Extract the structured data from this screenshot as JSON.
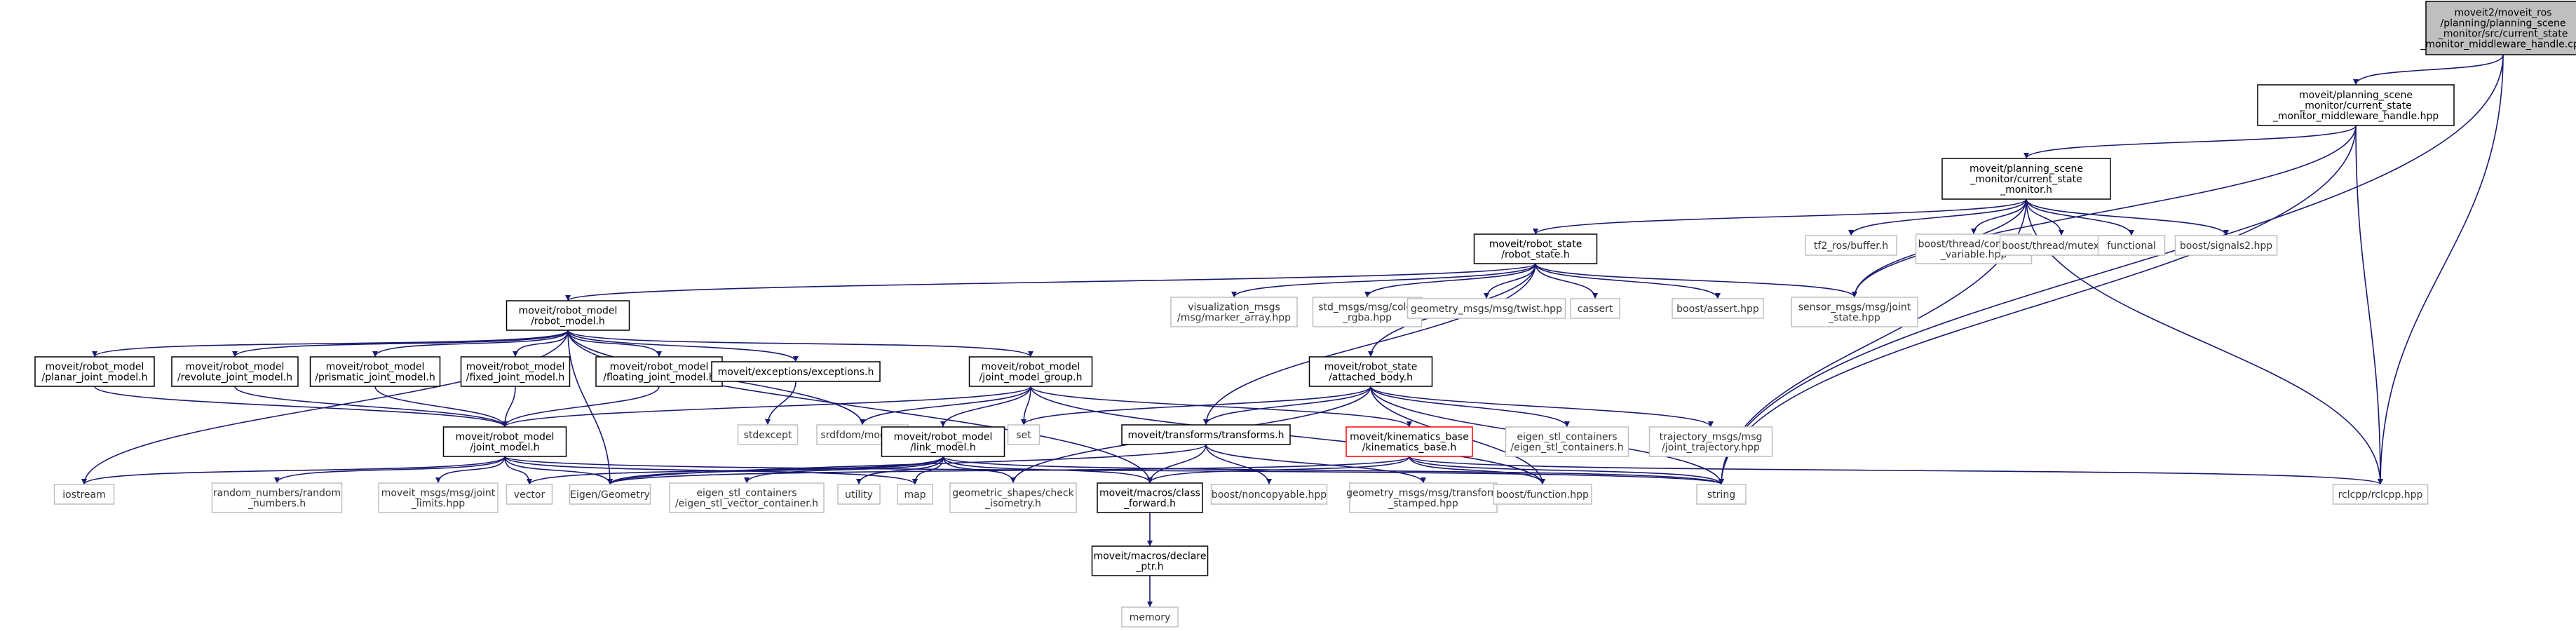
{
  "nodes": [
    {
      "id": "root",
      "lines": [
        "moveit2/moveit_ros",
        "/planning/planning_scene",
        "_monitor/src/current_state",
        "_monitor_middleware_handle.cpp"
      ],
      "style": "root"
    },
    {
      "id": "csmh",
      "lines": [
        "moveit/planning_scene",
        "_monitor/current_state",
        "_monitor_middleware_handle.hpp"
      ],
      "style": "black"
    },
    {
      "id": "csm",
      "lines": [
        "moveit/planning_scene",
        "_monitor/current_state",
        "_monitor.h"
      ],
      "style": "black"
    },
    {
      "id": "robot_state",
      "lines": [
        "moveit/robot_state",
        "/robot_state.h"
      ],
      "style": "black"
    },
    {
      "id": "tf2",
      "lines": [
        "tf2_ros/buffer.h"
      ],
      "style": "gray"
    },
    {
      "id": "condvar",
      "lines": [
        "boost/thread/condition",
        "_variable.hpp"
      ],
      "style": "gray"
    },
    {
      "id": "mutex",
      "lines": [
        "boost/thread/mutex.hpp"
      ],
      "style": "gray"
    },
    {
      "id": "functional",
      "lines": [
        "functional"
      ],
      "style": "gray"
    },
    {
      "id": "signals2",
      "lines": [
        "boost/signals2.hpp"
      ],
      "style": "gray"
    },
    {
      "id": "robot_model",
      "lines": [
        "moveit/robot_model",
        "/robot_model.h"
      ],
      "style": "black"
    },
    {
      "id": "viz",
      "lines": [
        "visualization_msgs",
        "/msg/marker_array.hpp"
      ],
      "style": "gray"
    },
    {
      "id": "color",
      "lines": [
        "std_msgs/msg/color",
        "_rgba.hpp"
      ],
      "style": "gray"
    },
    {
      "id": "twist",
      "lines": [
        "geometry_msgs/msg/twist.hpp"
      ],
      "style": "gray"
    },
    {
      "id": "cassert",
      "lines": [
        "cassert"
      ],
      "style": "gray"
    },
    {
      "id": "bassert",
      "lines": [
        "boost/assert.hpp"
      ],
      "style": "gray"
    },
    {
      "id": "jointstate",
      "lines": [
        "sensor_msgs/msg/joint",
        "_state.hpp"
      ],
      "style": "gray"
    },
    {
      "id": "planar",
      "lines": [
        "moveit/robot_model",
        "/planar_joint_model.h"
      ],
      "style": "black"
    },
    {
      "id": "revolute",
      "lines": [
        "moveit/robot_model",
        "/revolute_joint_model.h"
      ],
      "style": "black"
    },
    {
      "id": "prismatic",
      "lines": [
        "moveit/robot_model",
        "/prismatic_joint_model.h"
      ],
      "style": "black"
    },
    {
      "id": "fixed",
      "lines": [
        "moveit/robot_model",
        "/fixed_joint_model.h"
      ],
      "style": "black"
    },
    {
      "id": "floating",
      "lines": [
        "moveit/robot_model",
        "/floating_joint_model.h"
      ],
      "style": "black"
    },
    {
      "id": "exceptions",
      "lines": [
        "moveit/exceptions/exceptions.h"
      ],
      "style": "black"
    },
    {
      "id": "jmg",
      "lines": [
        "moveit/robot_model",
        "/joint_model_group.h"
      ],
      "style": "black"
    },
    {
      "id": "attached",
      "lines": [
        "moveit/robot_state",
        "/attached_body.h"
      ],
      "style": "black"
    },
    {
      "id": "jointmodel",
      "lines": [
        "moveit/robot_model",
        "/joint_model.h"
      ],
      "style": "black"
    },
    {
      "id": "stdexcept",
      "lines": [
        "stdexcept"
      ],
      "style": "gray"
    },
    {
      "id": "srdf",
      "lines": [
        "srdfdom/model.h"
      ],
      "style": "gray"
    },
    {
      "id": "linkmodel",
      "lines": [
        "moveit/robot_model",
        "/link_model.h"
      ],
      "style": "black"
    },
    {
      "id": "set",
      "lines": [
        "set"
      ],
      "style": "gray"
    },
    {
      "id": "transforms",
      "lines": [
        "moveit/transforms/transforms.h"
      ],
      "style": "black"
    },
    {
      "id": "kinbase",
      "lines": [
        "moveit/kinematics_base",
        "/kinematics_base.h"
      ],
      "style": "red"
    },
    {
      "id": "eigcont",
      "lines": [
        "eigen_stl_containers",
        "/eigen_stl_containers.h"
      ],
      "style": "gray"
    },
    {
      "id": "trajmsg",
      "lines": [
        "trajectory_msgs/msg",
        "/joint_trajectory.hpp"
      ],
      "style": "gray"
    },
    {
      "id": "iostream",
      "lines": [
        "iostream"
      ],
      "style": "gray"
    },
    {
      "id": "random",
      "lines": [
        "random_numbers/random",
        "_numbers.h"
      ],
      "style": "gray"
    },
    {
      "id": "jointlimits",
      "lines": [
        "moveit_msgs/msg/joint",
        "_limits.hpp"
      ],
      "style": "gray"
    },
    {
      "id": "vector",
      "lines": [
        "vector"
      ],
      "style": "gray"
    },
    {
      "id": "eigen",
      "lines": [
        "Eigen/Geometry"
      ],
      "style": "gray"
    },
    {
      "id": "eigvec",
      "lines": [
        "eigen_stl_containers",
        "/eigen_stl_vector_container.h"
      ],
      "style": "gray"
    },
    {
      "id": "utility",
      "lines": [
        "utility"
      ],
      "style": "gray"
    },
    {
      "id": "map",
      "lines": [
        "map"
      ],
      "style": "gray"
    },
    {
      "id": "geoiso",
      "lines": [
        "geometric_shapes/check",
        "_isometry.h"
      ],
      "style": "gray"
    },
    {
      "id": "classfwd",
      "lines": [
        "moveit/macros/class",
        "_forward.h"
      ],
      "style": "black"
    },
    {
      "id": "noncopy",
      "lines": [
        "boost/noncopyable.hpp"
      ],
      "style": "gray"
    },
    {
      "id": "tfstamped",
      "lines": [
        "geometry_msgs/msg/transform",
        "_stamped.hpp"
      ],
      "style": "gray"
    },
    {
      "id": "bfunction",
      "lines": [
        "boost/function.hpp"
      ],
      "style": "gray"
    },
    {
      "id": "string",
      "lines": [
        "string"
      ],
      "style": "gray"
    },
    {
      "id": "rclcpp",
      "lines": [
        "rclcpp/rclcpp.hpp"
      ],
      "style": "gray"
    },
    {
      "id": "declptr",
      "lines": [
        "moveit/macros/declare",
        "_ptr.h"
      ],
      "style": "black"
    },
    {
      "id": "memory",
      "lines": [
        "memory"
      ],
      "style": "gray"
    }
  ],
  "edges": [
    [
      "root",
      "csmh"
    ],
    [
      "root",
      "string"
    ],
    [
      "root",
      "rclcpp"
    ],
    [
      "csmh",
      "csm"
    ],
    [
      "csmh",
      "jointstate"
    ],
    [
      "csmh",
      "string"
    ],
    [
      "csmh",
      "rclcpp"
    ],
    [
      "csm",
      "robot_state"
    ],
    [
      "csm",
      "tf2"
    ],
    [
      "csm",
      "condvar"
    ],
    [
      "csm",
      "mutex"
    ],
    [
      "csm",
      "functional"
    ],
    [
      "csm",
      "signals2"
    ],
    [
      "csm",
      "jointstate"
    ],
    [
      "csm",
      "string"
    ],
    [
      "csm",
      "rclcpp"
    ],
    [
      "robot_state",
      "robot_model"
    ],
    [
      "robot_state",
      "viz"
    ],
    [
      "robot_state",
      "color"
    ],
    [
      "robot_state",
      "twist"
    ],
    [
      "robot_state",
      "cassert"
    ],
    [
      "robot_state",
      "bassert"
    ],
    [
      "robot_state",
      "jointstate"
    ],
    [
      "robot_state",
      "attached"
    ],
    [
      "robot_state",
      "transforms"
    ],
    [
      "robot_model",
      "planar"
    ],
    [
      "robot_model",
      "revolute"
    ],
    [
      "robot_model",
      "prismatic"
    ],
    [
      "robot_model",
      "fixed"
    ],
    [
      "robot_model",
      "floating"
    ],
    [
      "robot_model",
      "exceptions"
    ],
    [
      "robot_model",
      "jmg"
    ],
    [
      "robot_model",
      "srdf"
    ],
    [
      "robot_model",
      "iostream"
    ],
    [
      "robot_model",
      "eigen"
    ],
    [
      "robot_model",
      "classfwd"
    ],
    [
      "planar",
      "jointmodel"
    ],
    [
      "revolute",
      "jointmodel"
    ],
    [
      "prismatic",
      "jointmodel"
    ],
    [
      "fixed",
      "jointmodel"
    ],
    [
      "floating",
      "jointmodel"
    ],
    [
      "exceptions",
      "stdexcept"
    ],
    [
      "jmg",
      "jointmodel"
    ],
    [
      "jmg",
      "linkmodel"
    ],
    [
      "jmg",
      "kinbase"
    ],
    [
      "jmg",
      "srdf"
    ],
    [
      "jmg",
      "set"
    ],
    [
      "jmg",
      "bfunction"
    ],
    [
      "jointmodel",
      "iostream"
    ],
    [
      "jointmodel",
      "random"
    ],
    [
      "jointmodel",
      "jointlimits"
    ],
    [
      "jointmodel",
      "vector"
    ],
    [
      "jointmodel",
      "eigen"
    ],
    [
      "jointmodel",
      "map"
    ],
    [
      "jointmodel",
      "string"
    ],
    [
      "linkmodel",
      "vector"
    ],
    [
      "linkmodel",
      "eigen"
    ],
    [
      "linkmodel",
      "eigvec"
    ],
    [
      "linkmodel",
      "utility"
    ],
    [
      "linkmodel",
      "map"
    ],
    [
      "linkmodel",
      "geoiso"
    ],
    [
      "linkmodel",
      "classfwd"
    ],
    [
      "linkmodel",
      "string"
    ],
    [
      "attached",
      "transforms"
    ],
    [
      "attached",
      "set"
    ],
    [
      "attached",
      "eigcont"
    ],
    [
      "attached",
      "trajmsg"
    ],
    [
      "attached",
      "geoiso"
    ],
    [
      "attached",
      "bfunction"
    ],
    [
      "attached",
      "string"
    ],
    [
      "transforms",
      "eigen"
    ],
    [
      "transforms",
      "classfwd"
    ],
    [
      "transforms",
      "noncopy"
    ],
    [
      "transforms",
      "tfstamped"
    ],
    [
      "kinbase",
      "eigen"
    ],
    [
      "kinbase",
      "classfwd"
    ],
    [
      "kinbase",
      "bfunction"
    ],
    [
      "kinbase",
      "string"
    ],
    [
      "kinbase",
      "rclcpp"
    ],
    [
      "classfwd",
      "declptr"
    ],
    [
      "declptr",
      "memory"
    ]
  ]
}
